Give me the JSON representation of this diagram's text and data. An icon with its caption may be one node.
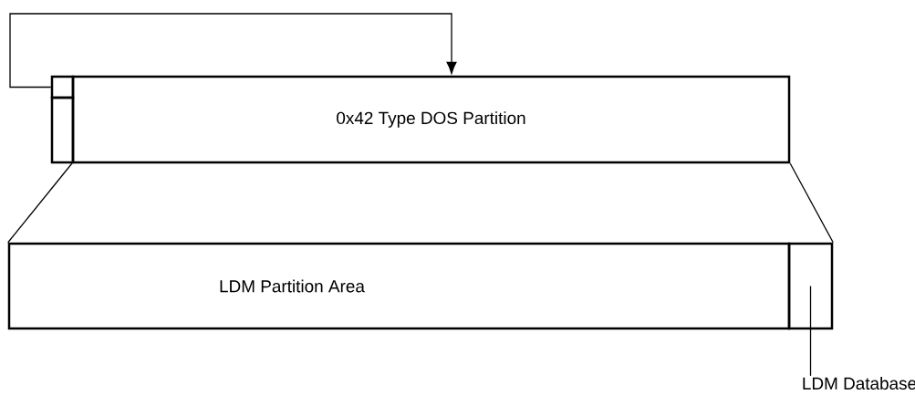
{
  "diagram": {
    "nodes": [
      {
        "text": [
          "0x42 Type DOS Partition"
        ]
      },
      {
        "text": [],
        "shape": "box"
      },
      {
        "text": [
          "LDM Partition Area"
        ]
      },
      {
        "text": [],
        "shape": "box"
      },
      {
        "text": [
          "LDM Database"
        ]
      }
    ],
    "edges": [
      {
        "from": 1,
        "to": 0,
        "arrow": "to"
      },
      {
        "from": 4,
        "to": 3,
        "arrow": "none"
      },
      {
        "from": 0,
        "to": 2,
        "arrow": "none"
      },
      {
        "from": 0,
        "to": 3,
        "arrow": "none"
      }
    ]
  }
}
